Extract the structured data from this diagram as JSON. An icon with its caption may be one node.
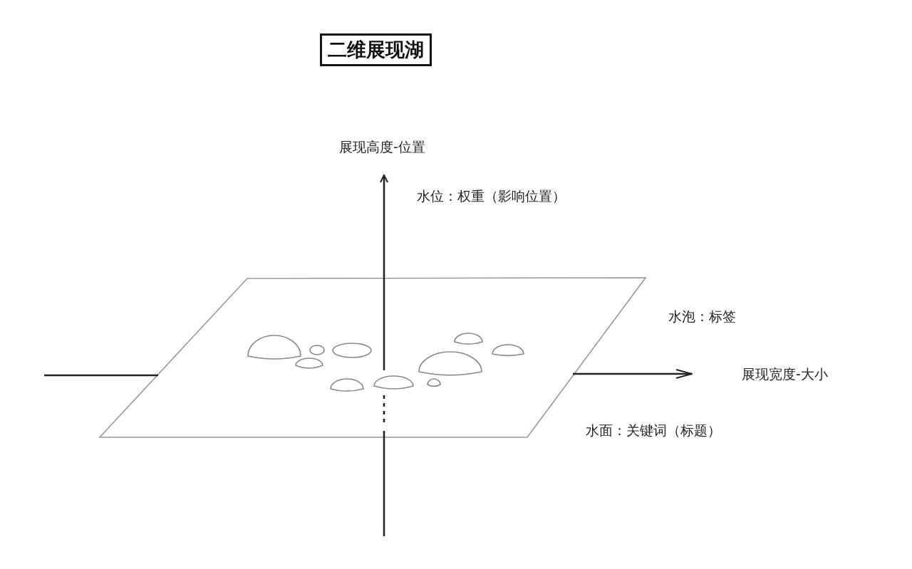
{
  "diagram": {
    "title": "二维展现湖",
    "labels": [
      "展现高度-位置",
      "水位：权重（影响位置）",
      "水泡：标签",
      "展现宽度-大小",
      "水面：关键词（标题）"
    ]
  }
}
